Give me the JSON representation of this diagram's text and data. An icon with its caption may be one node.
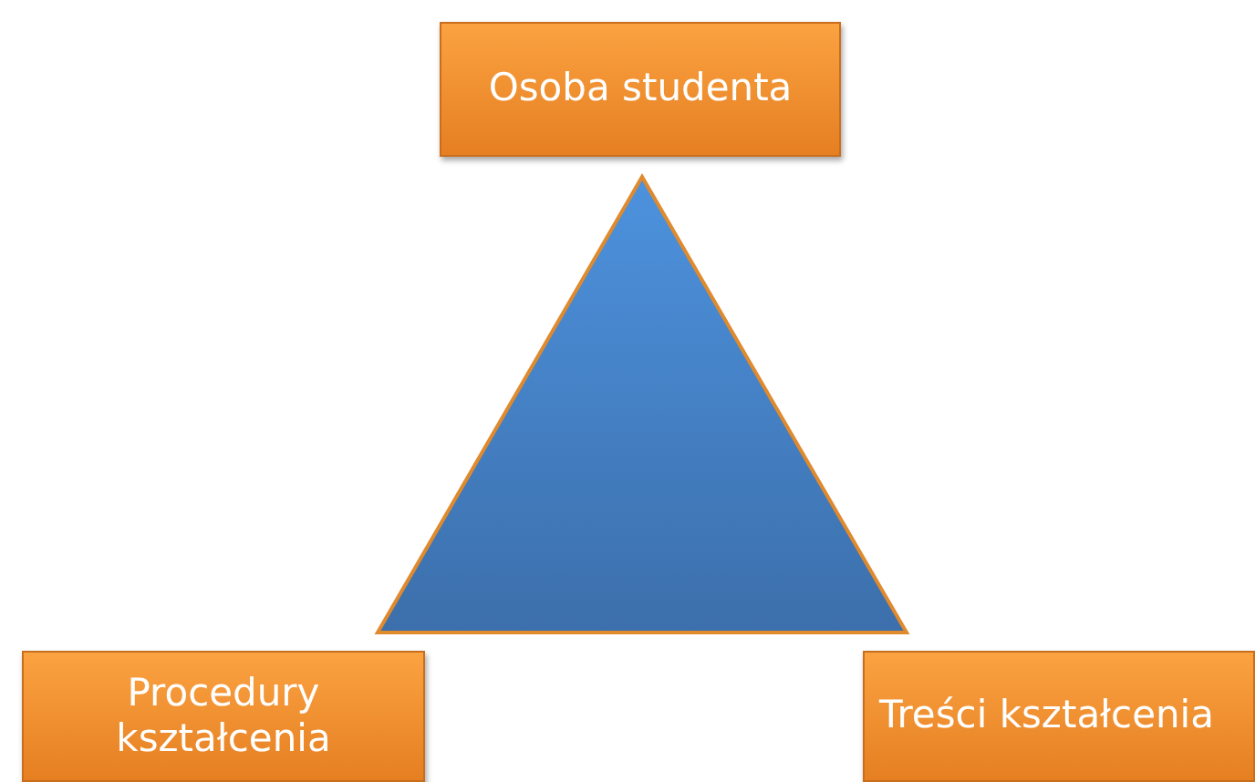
{
  "diagram": {
    "nodes": [
      {
        "text": [
          "Osoba studenta"
        ]
      },
      {
        "text": [],
        "shape": "triangle"
      },
      {
        "text": [
          "Procedury kształcenia"
        ]
      },
      {
        "text": [
          "Treści kształcenia"
        ]
      }
    ]
  }
}
